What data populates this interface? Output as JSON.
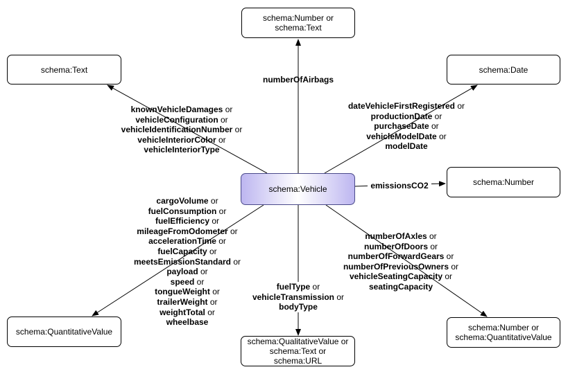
{
  "nodes": {
    "center": "schema:Vehicle",
    "top": "schema:Number or\nschema:Text",
    "topleft": "schema:Text",
    "topright": "schema:Date",
    "right": "schema:Number",
    "bottomleft": "schema:QuantitativeValue",
    "bottom": "schema:QualitativeValue or\nschema:Text or\nschema:URL",
    "bottomright": "schema:Number or\nschema:QuantitativeValue"
  },
  "edges": {
    "top": [
      [
        "numberOfAirbags",
        ""
      ]
    ],
    "topleft": [
      [
        "knownVehicleDamages",
        " or"
      ],
      [
        "vehicleConfiguration",
        " or"
      ],
      [
        "vehicleIdentificationNumber",
        " or"
      ],
      [
        "vehicleInteriorColor",
        " or"
      ],
      [
        "vehicleInteriorType",
        ""
      ]
    ],
    "topright": [
      [
        "dateVehicleFirstRegistered",
        " or"
      ],
      [
        "productionDate",
        " or"
      ],
      [
        "purchaseDate",
        " or"
      ],
      [
        "vehicleModelDate",
        " or"
      ],
      [
        "modelDate",
        ""
      ]
    ],
    "right": [
      [
        "emissionsCO2",
        ""
      ]
    ],
    "bottomleft": [
      [
        "cargoVolume",
        " or"
      ],
      [
        "fuelConsumption",
        " or"
      ],
      [
        "fuelEfficiency",
        " or"
      ],
      [
        "mileageFromOdometer",
        " or"
      ],
      [
        "accelerationTime",
        " or"
      ],
      [
        "fuelCapacity",
        " or"
      ],
      [
        "meetsEmissionStandard",
        " or"
      ],
      [
        "payload",
        " or"
      ],
      [
        "speed",
        " or"
      ],
      [
        "tongueWeight",
        " or"
      ],
      [
        "trailerWeight",
        " or"
      ],
      [
        "weightTotal",
        " or"
      ],
      [
        "wheelbase",
        ""
      ]
    ],
    "bottom": [
      [
        "fuelType",
        " or"
      ],
      [
        "vehicleTransmission",
        " or"
      ],
      [
        "bodyType",
        ""
      ]
    ],
    "bottomright": [
      [
        "numberOfAxles",
        " or"
      ],
      [
        "numberOfDoors",
        " or"
      ],
      [
        "numberOfForwardGears",
        " or"
      ],
      [
        "numberOfPreviousOwners",
        " or"
      ],
      [
        "vehicleSeatingCapacity",
        " or"
      ],
      [
        "seatingCapacity",
        ""
      ]
    ]
  }
}
